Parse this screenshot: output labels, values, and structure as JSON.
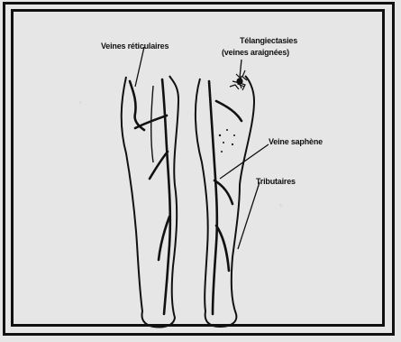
{
  "labels": {
    "veines_reticulaires": "Veines réticulaires",
    "telangiectasies_line1": "Télangiectasies",
    "telangiectasies_line2": "(veines araignées)",
    "veine_saphene": "Veine saphène",
    "tributaires": "Tributaires"
  }
}
